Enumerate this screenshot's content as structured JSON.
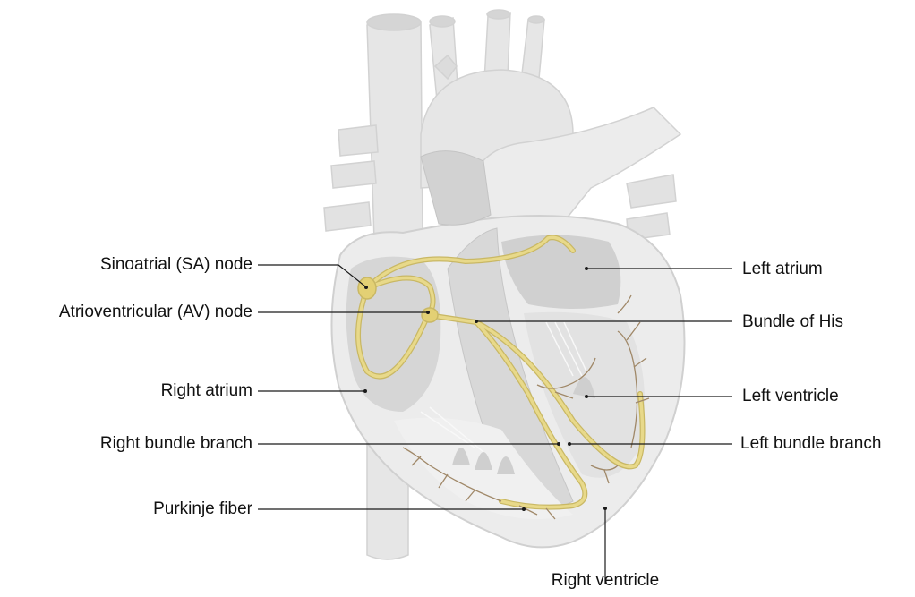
{
  "labels": {
    "sa_node": "Sinoatrial (SA) node",
    "av_node": "Atrioventricular (AV) node",
    "right_atrium": "Right atrium",
    "right_bundle_branch": "Right bundle branch",
    "purkinje_fiber": "Purkinje fiber",
    "left_atrium": "Left atrium",
    "bundle_of_his": "Bundle of His",
    "left_ventricle": "Left ventricle",
    "left_bundle_branch": "Left bundle branch",
    "right_ventricle": "Right ventricle"
  },
  "colors": {
    "tissue_light": "#ebebeb",
    "tissue_mid": "#d9d9d9",
    "tissue_dark": "#c8c8c8",
    "conduction": "#e8d98a",
    "conduction_edge": "#c9b864",
    "purkinje": "#a08868",
    "leader": "#1a1a1a"
  },
  "icons": [
    "heart-illustration"
  ]
}
